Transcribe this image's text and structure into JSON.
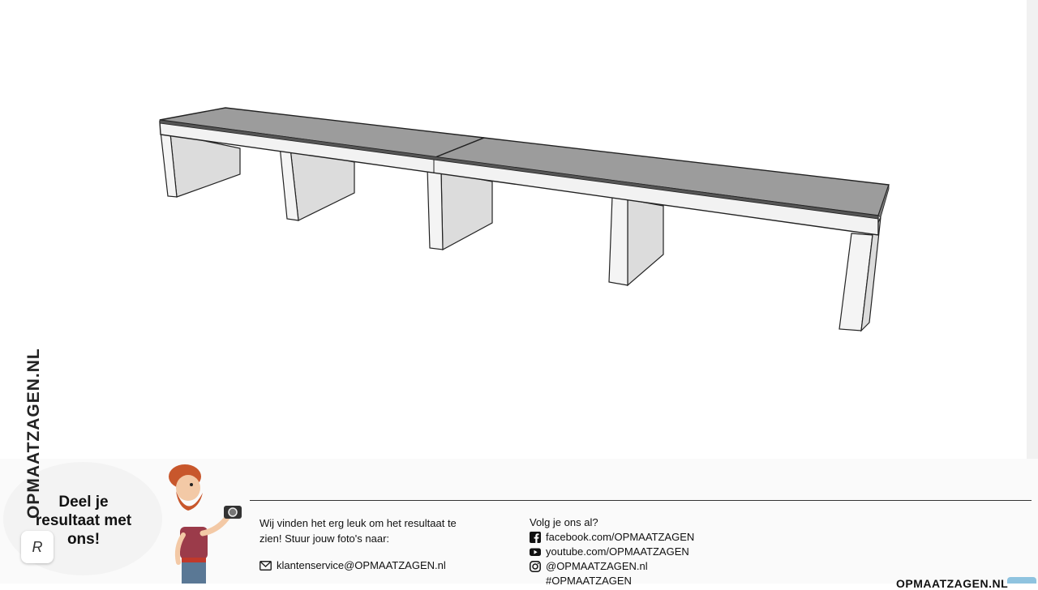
{
  "footer": {
    "bubble_title": "Deel je resultaat met ons!",
    "vertical_brand": "OPMAATZAGEN.NL",
    "logo_mark": "R",
    "share_text": "Wij vinden het erg leuk om het resultaat te zien! Stuur jouw foto's naar:",
    "email": "klantenservice@OPMAATZAGEN.nl",
    "follow_title": "Volg je ons al?",
    "social": [
      {
        "icon": "facebook-icon",
        "label": "facebook.com/OPMAATZAGEN"
      },
      {
        "icon": "youtube-icon",
        "label": "youtube.com/OPMAATZAGEN"
      },
      {
        "icon": "instagram-icon",
        "label": "@OPMAATZAGEN.nl"
      }
    ],
    "hashtag": "#OPMAATZAGEN",
    "brand": "OPMAATZAGEN.NL"
  },
  "colors": {
    "bench_top": "#9c9c9c",
    "bench_apron": "#f2f2f2",
    "bench_leg": "#d9d9d9",
    "chat_tab": "#8fc3df"
  }
}
